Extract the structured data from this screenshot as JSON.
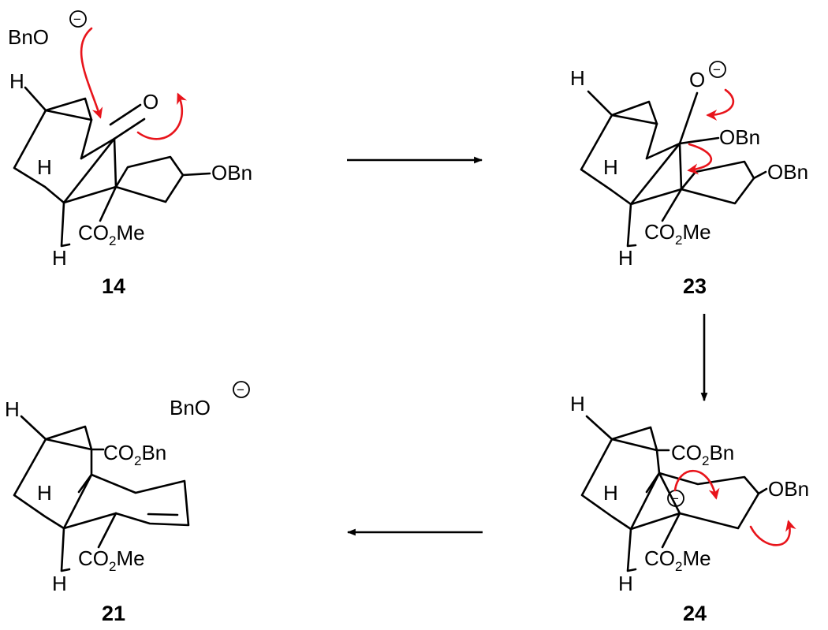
{
  "colors": {
    "bonds": "#000000",
    "curly_arrows": "#e8141b",
    "background": "#ffffff"
  },
  "reagent": {
    "nucleophile": "BnO",
    "leaving_group": "BnO"
  },
  "compounds": {
    "c14": {
      "number": "14",
      "labels": {
        "h_top": "H",
        "ketone_o": "O",
        "obn": "OBn",
        "h_mid": "H",
        "h_bottom": "H",
        "ester_pre": "CO",
        "ester_sub": "2",
        "ester_post": "Me"
      }
    },
    "c23": {
      "number": "23",
      "labels": {
        "h_top": "H",
        "alkoxide_o": "O",
        "obn_on_c": "OBn",
        "obn_ring": "OBn",
        "h_mid": "H",
        "h_bottom": "H",
        "ester_pre": "CO",
        "ester_sub": "2",
        "ester_post": "Me"
      }
    },
    "c24": {
      "number": "24",
      "labels": {
        "h_top": "H",
        "bn_ester_pre": "CO",
        "bn_ester_sub": "2",
        "bn_ester_post": "Bn",
        "obn": "OBn",
        "h_mid": "H",
        "h_bottom": "H",
        "ester_pre": "CO",
        "ester_sub": "2",
        "ester_post": "Me"
      }
    },
    "c21": {
      "number": "21",
      "labels": {
        "h_top": "H",
        "bn_ester_pre": "CO",
        "bn_ester_sub": "2",
        "bn_ester_post": "Bn",
        "h_mid": "H",
        "h_bottom": "H",
        "ester_pre": "CO",
        "ester_sub": "2",
        "ester_post": "Me"
      }
    }
  },
  "charges": {
    "minus": "−"
  }
}
